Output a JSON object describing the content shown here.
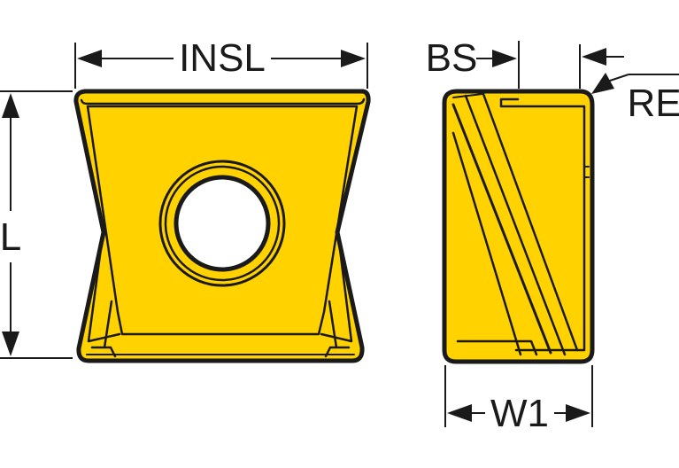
{
  "labels": {
    "insl": "INSL",
    "l": "L",
    "bs": "BS",
    "re": "RE",
    "w1": "W1"
  },
  "colors": {
    "insert_fill": "#FFD200",
    "outline": "#1a1a1a",
    "dimension": "#1a1a1a",
    "hole": "#ffffff",
    "background": "#ffffff"
  },
  "icons": {
    "arrowhead": "filled-triangle-arrowhead"
  }
}
